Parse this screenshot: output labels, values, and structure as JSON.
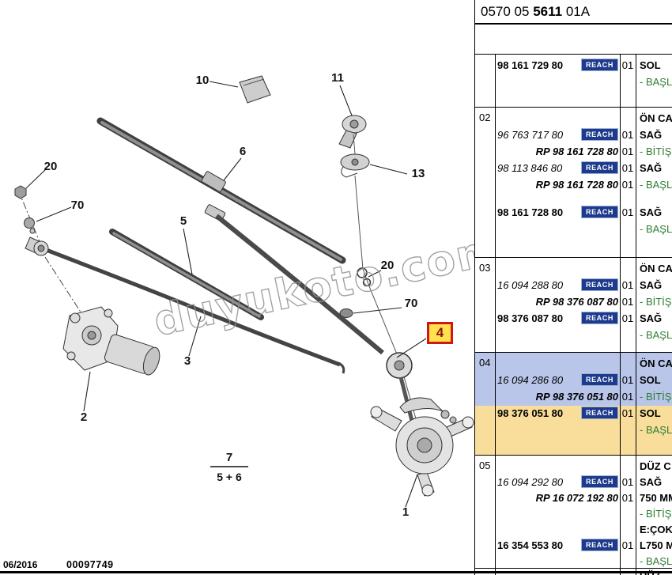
{
  "header": {
    "code_prefix": "0570 05",
    "code_bold": "5611",
    "code_suffix": "01A"
  },
  "watermark": "duyukoto.com",
  "footer": {
    "date": "06/2016",
    "doc_number": "00097749"
  },
  "diagram": {
    "labels": {
      "n10": "10",
      "n11": "11",
      "n6": "6",
      "n13": "13",
      "n20a": "20",
      "n70a": "70",
      "n5": "5",
      "n20b": "20",
      "n70b": "70",
      "n4": "4",
      "n3": "3",
      "n2": "2",
      "n1": "1",
      "n7": "7",
      "n7sub": "5 + 6"
    }
  },
  "table": {
    "reach_label": "REACH",
    "sections": [
      {
        "idx": "",
        "rows": [
          {
            "kind": "main",
            "part": "98 161 729 80",
            "style": "bold",
            "reach": true,
            "qty": "01",
            "desc": "SOL",
            "desc_style": "bold"
          },
          {
            "kind": "desc",
            "desc": "- BAŞL",
            "desc_style": "green"
          }
        ]
      },
      {
        "idx": "02",
        "rows": [
          {
            "kind": "desc",
            "desc": "ÖN CA",
            "desc_style": "bold"
          },
          {
            "kind": "main",
            "part": "96 763 717 80",
            "style": "italic",
            "reach": true,
            "qty": "01",
            "desc": "SAĞ",
            "desc_style": "bold"
          },
          {
            "kind": "rp",
            "part": "RP 98 161 728 80",
            "qty": "01",
            "desc": "- BİTİŞ",
            "desc_style": "green"
          },
          {
            "kind": "main",
            "part": "98 113 846 80",
            "style": "italic",
            "reach": true,
            "qty": "01",
            "desc": "SAĞ",
            "desc_style": "bold"
          },
          {
            "kind": "rp",
            "part": "RP 98 161 728 80",
            "qty": "01",
            "desc": "- BAŞL",
            "desc_style": "green"
          },
          {
            "kind": "spacer"
          },
          {
            "kind": "main",
            "part": "98 161 728 80",
            "style": "bold",
            "reach": true,
            "qty": "01",
            "desc": "SAĞ",
            "desc_style": "bold"
          },
          {
            "kind": "desc",
            "desc": "- BAŞL",
            "desc_style": "green"
          }
        ]
      },
      {
        "idx": "03",
        "rows": [
          {
            "kind": "desc",
            "desc": "ÖN CA",
            "desc_style": "bold"
          },
          {
            "kind": "main",
            "part": "16 094 288 80",
            "style": "italic",
            "reach": true,
            "qty": "01",
            "desc": "SAĞ",
            "desc_style": "bold"
          },
          {
            "kind": "rp",
            "part": "RP 98 376 087 80",
            "qty": "01",
            "desc": "- BİTİŞ",
            "desc_style": "green"
          },
          {
            "kind": "main",
            "part": "98 376 087 80",
            "style": "bold",
            "reach": true,
            "qty": "01",
            "desc": "SAĞ",
            "desc_style": "bold"
          },
          {
            "kind": "desc",
            "desc": "- BAŞL",
            "desc_style": "green"
          }
        ]
      },
      {
        "idx": "04",
        "rows": [
          {
            "kind": "desc",
            "desc": "ÖN CA",
            "desc_style": "bold"
          },
          {
            "kind": "main",
            "part": "16 094 286 80",
            "style": "italic",
            "reach": true,
            "qty": "01",
            "desc": "SOL",
            "desc_style": "bold"
          },
          {
            "kind": "rp",
            "part": "RP 98 376 051 80",
            "qty": "01",
            "desc": "- BİTİŞ",
            "desc_style": "green"
          },
          {
            "kind": "main",
            "part": "98 376 051 80",
            "style": "bold",
            "reach": true,
            "qty": "01",
            "desc": "SOL",
            "desc_style": "bold"
          },
          {
            "kind": "desc",
            "desc": "- BAŞL",
            "desc_style": "green"
          }
        ]
      },
      {
        "idx": "05",
        "rows": [
          {
            "kind": "desc",
            "desc": "DÜZ C",
            "desc_style": "bold"
          },
          {
            "kind": "main",
            "part": "16 094 292 80",
            "style": "italic",
            "reach": true,
            "qty": "01",
            "desc": "SAĞ",
            "desc_style": "bold"
          },
          {
            "kind": "rp",
            "part": "RP 16 072 192 80",
            "qty": "01",
            "desc": "750 MM",
            "desc_style": "plain"
          },
          {
            "kind": "desc",
            "desc": "- BİTİŞ",
            "desc_style": "green"
          },
          {
            "kind": "desc",
            "desc": "E:ÇOK",
            "desc_style": "plain"
          },
          {
            "kind": "main",
            "part": "16 354 553 80",
            "style": "bold",
            "reach": true,
            "qty": "01",
            "desc": "L750 M",
            "desc_style": "plain"
          },
          {
            "kind": "desc",
            "desc": "- BAŞL",
            "desc_style": "green"
          }
        ]
      },
      {
        "idx": "",
        "rows": [
          {
            "kind": "desc",
            "desc": "DÜZ",
            "desc_style": "bold"
          }
        ]
      }
    ]
  }
}
